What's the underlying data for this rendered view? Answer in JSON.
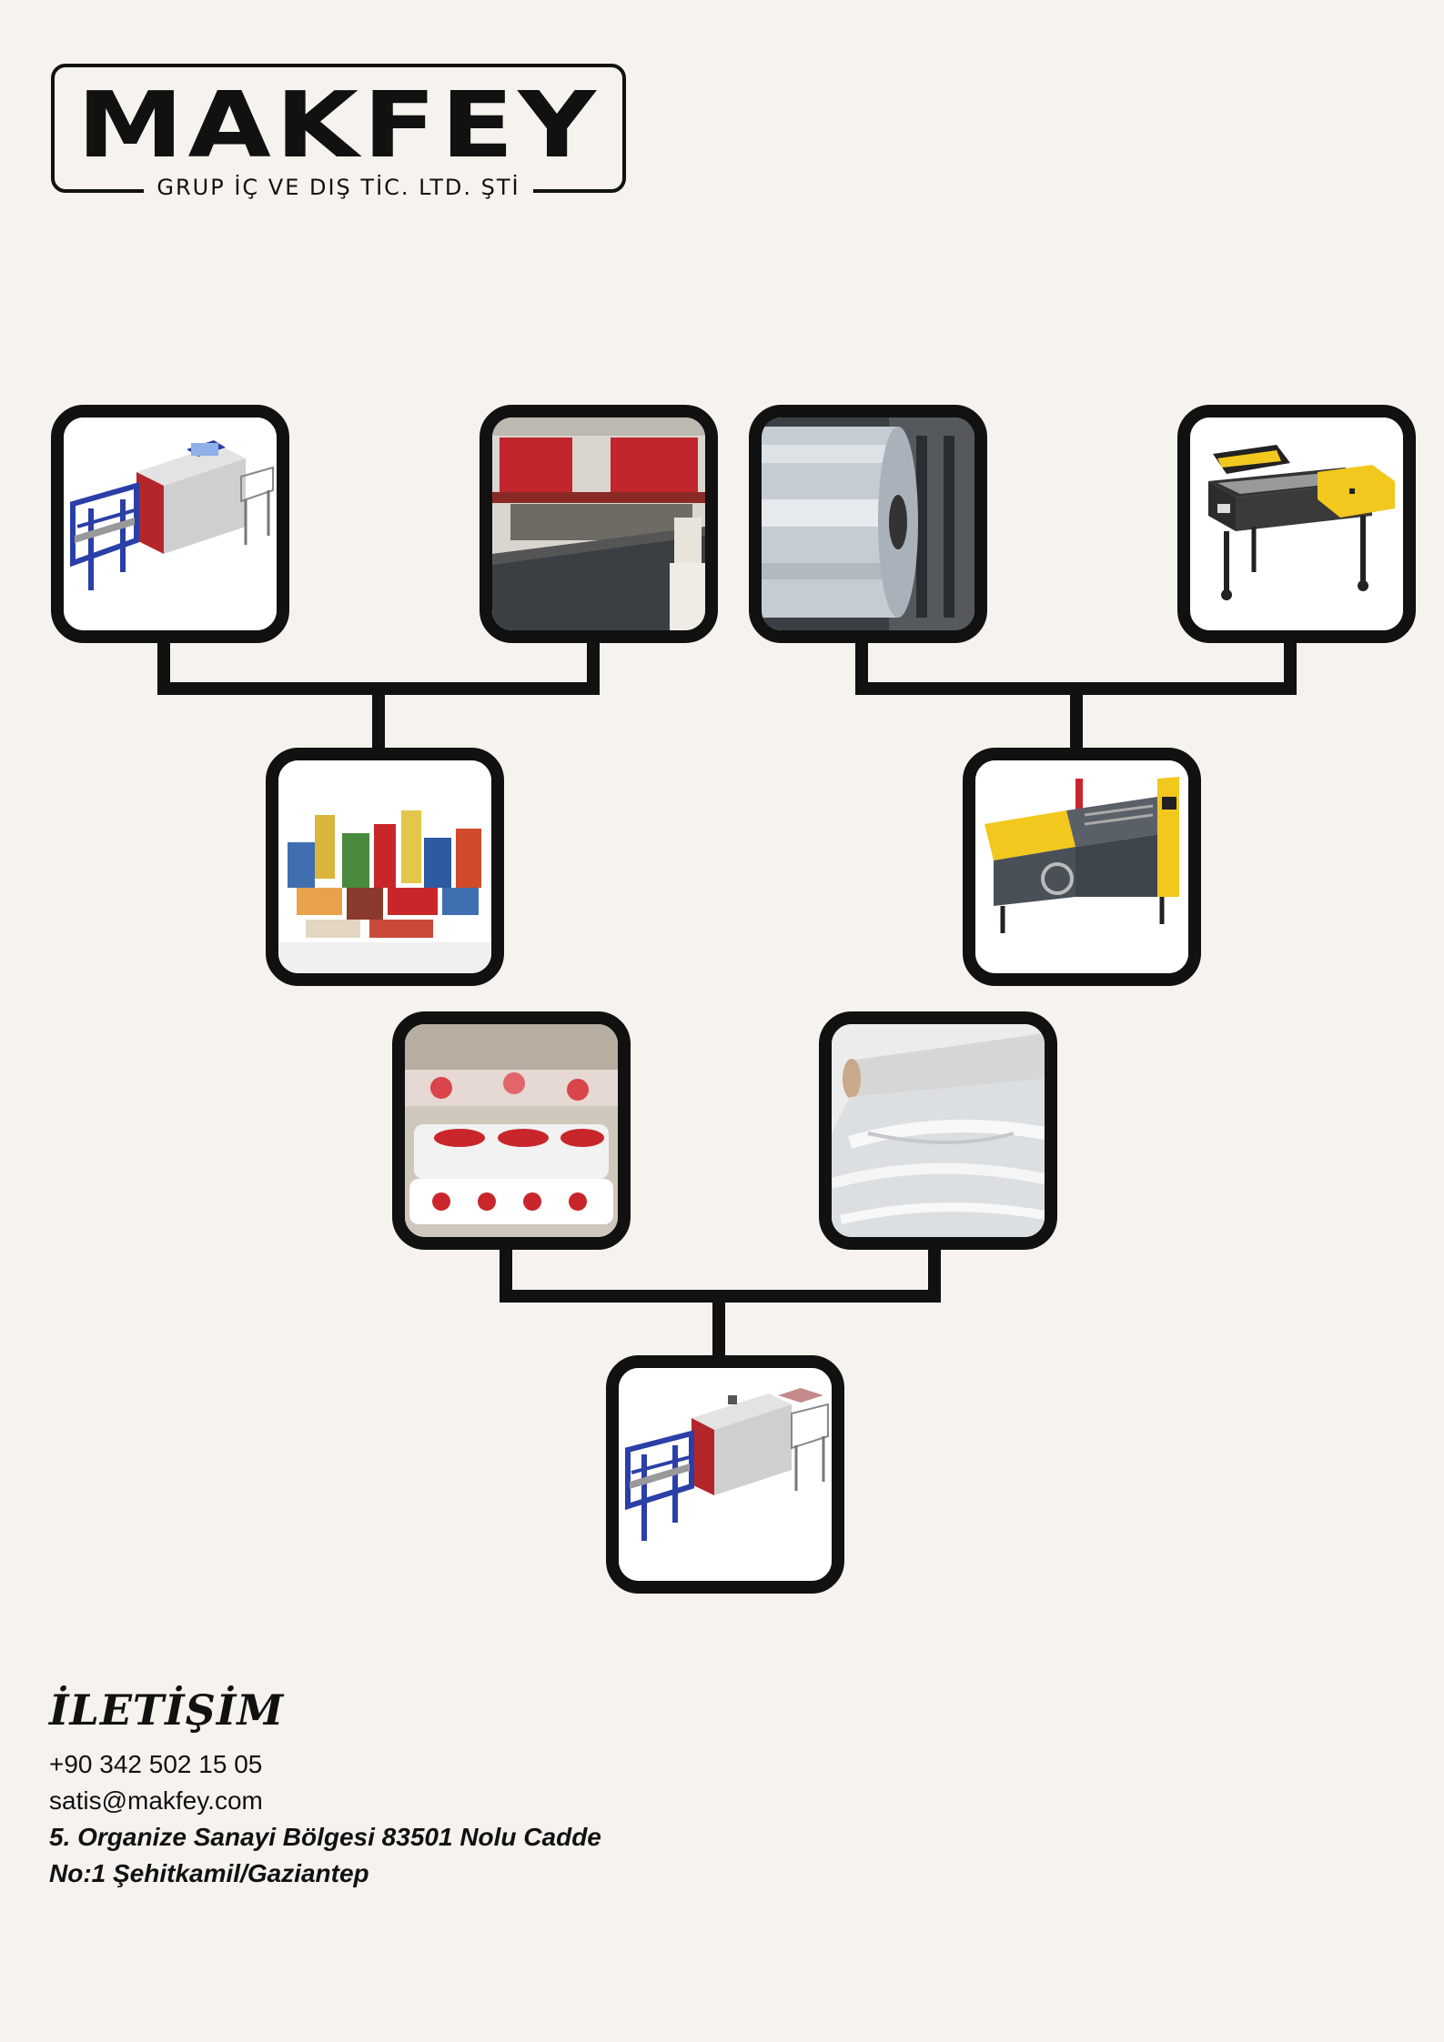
{
  "logo": {
    "name": "MAKFEY",
    "subtitle": "GRUP İÇ VE DIŞ TİC. LTD. ŞTİ"
  },
  "colors": {
    "background": "#f6f3ee",
    "ink": "#111111",
    "machine_blue": "#2b3fa8",
    "machine_red": "#b3262a",
    "machine_yellow": "#f2c81e"
  },
  "tiles": [
    {
      "icon": "shrink-tunnel-machine-icon"
    },
    {
      "icon": "production-line-icon"
    },
    {
      "icon": "film-roll-icon"
    },
    {
      "icon": "l-sealer-machine-icon"
    },
    {
      "icon": "packaged-products-icon"
    },
    {
      "icon": "automatic-sealer-icon"
    },
    {
      "icon": "wrapped-trays-icon"
    },
    {
      "icon": "stretch-film-icon"
    },
    {
      "icon": "shrink-tunnel-machine-icon"
    }
  ],
  "contact": {
    "title": "İLETİŞİM",
    "phone": "+90 342 502 15 05",
    "email": "satis@makfey.com",
    "address_line1": "5. Organize Sanayi Bölgesi 83501 Nolu Cadde",
    "address_line2": "No:1 Şehitkamil/Gaziantep"
  }
}
